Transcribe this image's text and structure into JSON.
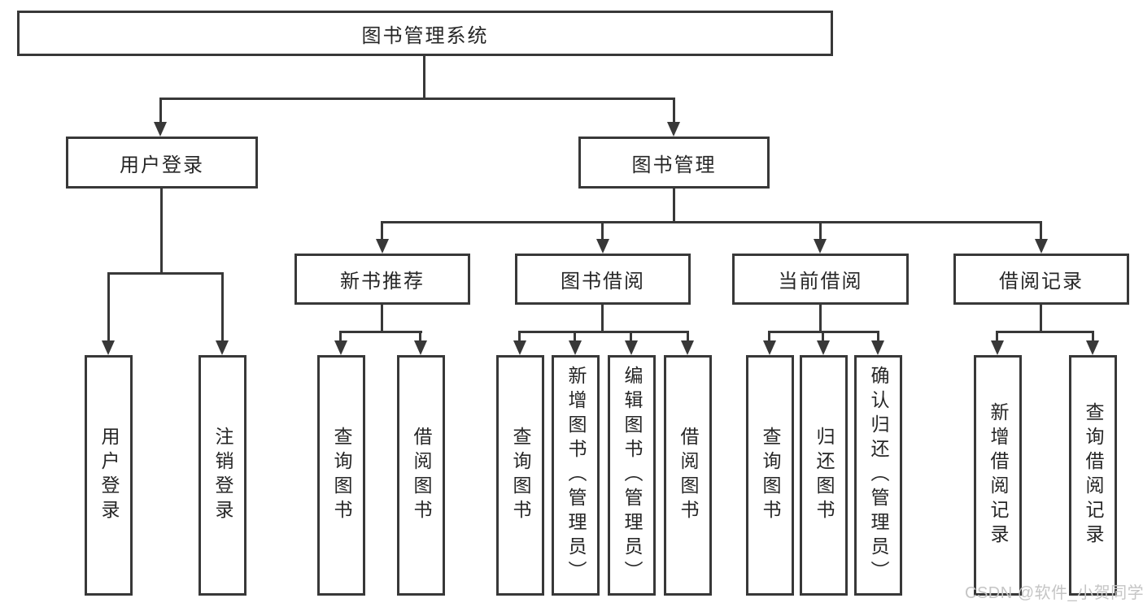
{
  "colors": {
    "line": "#383838",
    "box_border": "#383838",
    "text": "#262626",
    "background": "#ffffff",
    "watermark": "#c5c5c5"
  },
  "watermark": {
    "text": "CSDN @软件_小贺同学"
  },
  "tree": {
    "root": {
      "label": "图书管理系统"
    },
    "branches": [
      {
        "label": "用户登录",
        "children": [
          {
            "label": "用户登录"
          },
          {
            "label": "注销登录"
          }
        ]
      },
      {
        "label": "图书管理",
        "children": [
          {
            "label": "新书推荐",
            "children": [
              {
                "label": "查询图书"
              },
              {
                "label": "借阅图书"
              }
            ]
          },
          {
            "label": "图书借阅",
            "children": [
              {
                "label": "查询图书"
              },
              {
                "label": "新增图书（管理员）"
              },
              {
                "label": "编辑图书（管理员）"
              },
              {
                "label": "借阅图书"
              }
            ]
          },
          {
            "label": "当前借阅",
            "children": [
              {
                "label": "查询图书"
              },
              {
                "label": "归还图书"
              },
              {
                "label": "确认归还（管理员）"
              }
            ]
          },
          {
            "label": "借阅记录",
            "children": [
              {
                "label": "新增借阅记录"
              },
              {
                "label": "查询借阅记录"
              }
            ]
          }
        ]
      }
    ]
  }
}
